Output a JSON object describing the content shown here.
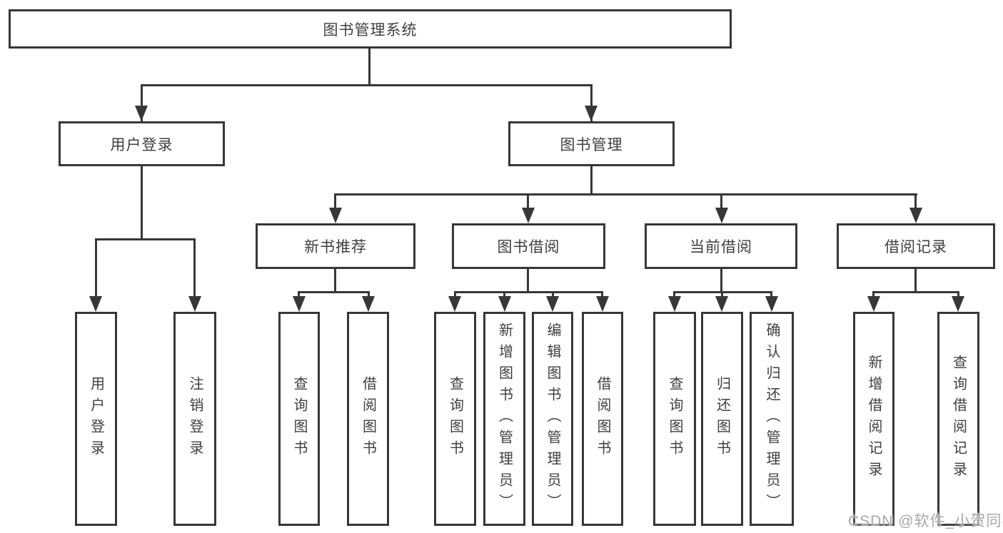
{
  "tree": {
    "root": "图书管理系统",
    "branches": [
      {
        "label": "用户登录",
        "children": [
          "用户登录",
          "注销登录"
        ]
      },
      {
        "label": "图书管理",
        "children": [
          {
            "label": "新书推荐",
            "children": [
              "查询图书",
              "借阅图书"
            ]
          },
          {
            "label": "图书借阅",
            "children": [
              "查询图书",
              "新增图书（管理员）",
              "编辑图书（管理员）",
              "借阅图书"
            ]
          },
          {
            "label": "当前借阅",
            "children": [
              "查询图书",
              "归还图书",
              "确认归还（管理员）"
            ]
          },
          {
            "label": "借阅记录",
            "children": [
              "新增借阅记录",
              "查询借阅记录"
            ]
          }
        ]
      }
    ]
  },
  "watermark": "CSDN @软件_小贺同学",
  "colors": {
    "line": "#373737",
    "text": "#3f3f3f",
    "watermark": "#a8a8a8",
    "background": "#ffffff"
  }
}
